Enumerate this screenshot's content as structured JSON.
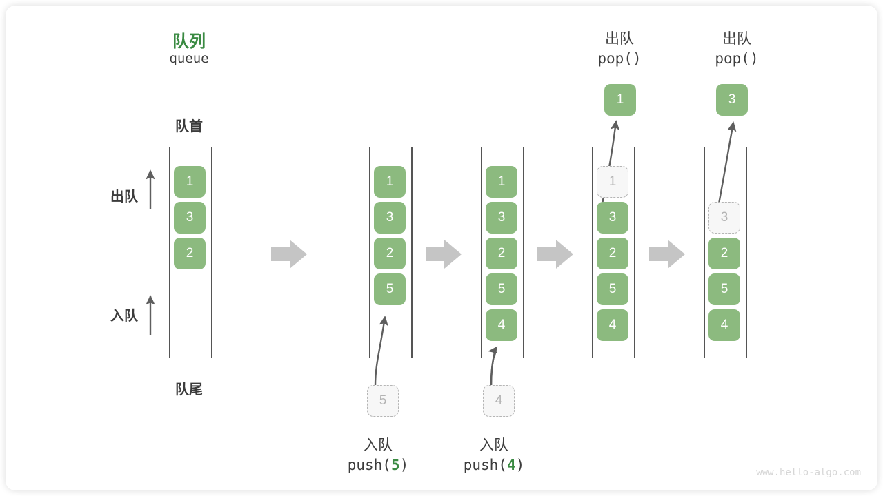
{
  "diagram": {
    "title_cn": "队列",
    "title_en": "queue",
    "head_label": "队首",
    "tail_label": "队尾",
    "dequeue_label": "出队",
    "enqueue_label": "入队",
    "watermark": "www.hello-algo.com",
    "accent_color": "#3a8a42",
    "cell_color": "#8cba7f",
    "ghost_color": "#b3b3b3",
    "arrow_color": "#c3c3c3"
  },
  "steps": [
    {
      "id": "initial",
      "cells": [
        "1",
        "3",
        "2"
      ],
      "ghost_index": -1,
      "op_cn": "",
      "op_code": "",
      "popped": ""
    },
    {
      "id": "push-5",
      "cells": [
        "1",
        "3",
        "2",
        "5"
      ],
      "ghost_index": -1,
      "op_cn": "入队",
      "op_code_prefix": "push(",
      "op_code_value": "5",
      "op_code_suffix": ")",
      "incoming": "5"
    },
    {
      "id": "push-4",
      "cells": [
        "1",
        "3",
        "2",
        "5",
        "4"
      ],
      "ghost_index": -1,
      "op_cn": "入队",
      "op_code_prefix": "push(",
      "op_code_value": "4",
      "op_code_suffix": ")",
      "incoming": "4"
    },
    {
      "id": "pop-1",
      "cells": [
        "1",
        "3",
        "2",
        "5",
        "4"
      ],
      "ghost_index": 0,
      "op_cn": "出队",
      "op_code_prefix": "pop(",
      "op_code_value": "",
      "op_code_suffix": ")",
      "popped": "1"
    },
    {
      "id": "pop-3",
      "cells": [
        "3",
        "2",
        "5",
        "4"
      ],
      "ghost_index": 0,
      "op_cn": "出队",
      "op_code_prefix": "pop(",
      "op_code_value": "",
      "op_code_suffix": ")",
      "popped": "3"
    }
  ]
}
